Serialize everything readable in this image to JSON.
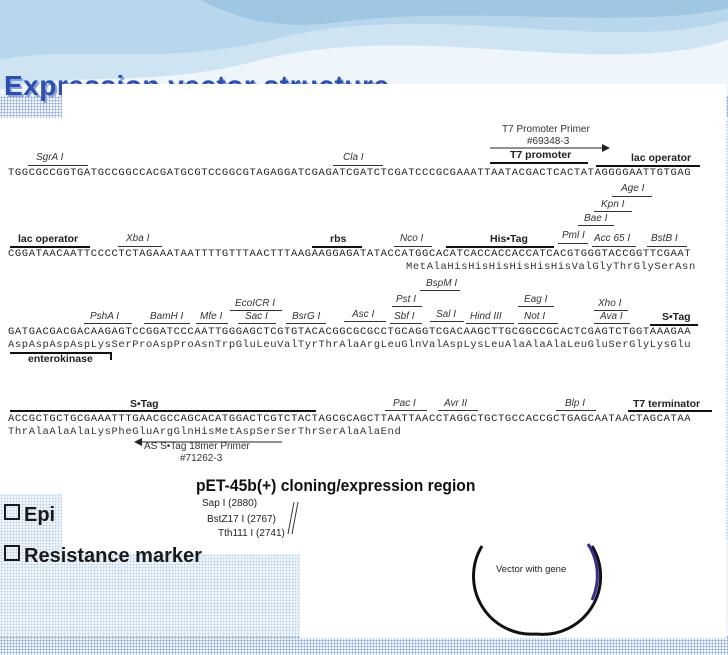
{
  "slide": {
    "title": "Expression vector structure",
    "bullets": [
      "Epi",
      "Resistance marker"
    ]
  },
  "map": {
    "region_title": "pET-45b(+) cloning/expression region",
    "primers": {
      "t7_promoter_primer": "T7 Promoter Primer",
      "t7_promoter_primer_no": "#69348-3",
      "as_stag_primer": "AS S•Tag 18mer Primer",
      "as_stag_primer_no": "#71262-3"
    },
    "features": {
      "t7_promoter": "T7 promoter",
      "lac_operator_1": "lac operator",
      "lac_operator_2": "lac operator",
      "rbs": "rbs",
      "his_tag": "His•Tag",
      "s_tag_1": "S•Tag",
      "s_tag_2": "S•Tag",
      "enterokinase": "enterokinase",
      "t7_terminator": "T7 terminator"
    },
    "row1": {
      "sequence": "TGGCGCCGGTGATGCCGGCCACGATGCGTCCGGCGTAGAGGATCGAGATCGATCTCGATCCCGCGAAATTAATACGACTCACTATAGGGGAATTGTGAG",
      "sites": {
        "sgrai": "SgrA I",
        "clai": "Cla I"
      }
    },
    "row2": {
      "sequence": "CGGATAACAATTCCCCTCTAGAAATAATTTTGTTTAACTTTAAGAAGGAGATATACCATGGCACATCACCACCACCATCACGTGGGTACCGGTTCGAAT",
      "protein": "MetAlaHisHisHisHisHisHisValGlyThrGlySerAsn",
      "sites": {
        "agei": "Age I",
        "kpni": "Kpn I",
        "baei": "Bae I",
        "xbai": "Xba I",
        "ncoi": "Nco I",
        "pmli": "Pml I",
        "acc65i": "Acc 65 I",
        "bstbi": "BstB I"
      }
    },
    "row3": {
      "sequence": "GATGACGACGACAAGAGTCCGGATCCCAATTGGGAGCTCGTGTACACGGCGCGCCTGCAGGTCGACAAGCTTGCGGCCGCACTCGAGTCTGGTAAAGAA",
      "protein": "AspAspAspAspLysSerProAspProAsnTrpGluLeuValTyrThrAlaArgLeuGlnValAspLysLeuAlaAlaAlaLeuGluSerGlyLysGlu",
      "sites": {
        "bspmi": "BspM I",
        "ecoicri": "EcoICR I",
        "psti": "Pst I",
        "eagi": "Eag I",
        "xhoi": "Xho I",
        "psha": "PshA I",
        "bamhi": "BamH I",
        "mfei": "Mfe I",
        "saci": "Sac I",
        "bsrgi": "BsrG I",
        "asci": "Asc I",
        "sbfi": "Sbf I",
        "sali": "Sal I",
        "hindiii": "Hind III",
        "noti": "Not I",
        "avai": "Ava I"
      }
    },
    "row4": {
      "sequence": "ACCGCTGCTGCGAAATTTGAACGCCAGCACATGGACTCGTCTACTAGCGCAGCTTAATTAACCTAGGCTGCTGCCACCGCTGAGCAATAACTAGCATAA",
      "protein": "ThrAlaAlaAlaLysPheGluArgGlnHisMetAspSerSerThrSerAlaAlaEnd",
      "sites": {
        "paci": "Pac I",
        "avrii": "Avr II",
        "blpi": "Blp I"
      }
    },
    "lower_sites": {
      "sapi": "Sap I (2880)",
      "bstz17i": "BstZ17 I (2767)",
      "tth111i": "Tth111 I (2741)"
    },
    "vector_label": "Vector with gene"
  }
}
